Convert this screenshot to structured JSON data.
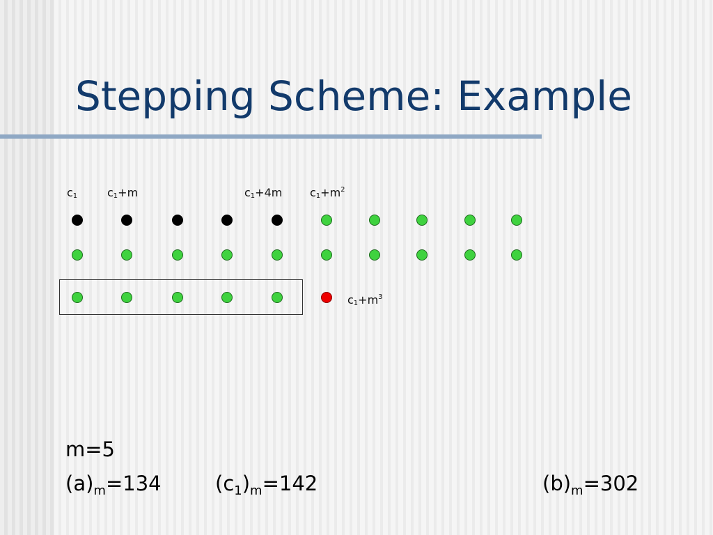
{
  "title": "Stepping Scheme: Example",
  "labels": {
    "c1": {
      "base": "c",
      "sub": "1"
    },
    "c1_plus_m": {
      "base": "c",
      "sub": "1",
      "rest": "+m"
    },
    "c1_plus_4m": {
      "base": "c",
      "sub": "1",
      "rest": "+4m"
    },
    "c1_plus_m2": {
      "base": "c",
      "sub": "1",
      "rest": "+m",
      "sup": "2"
    },
    "c1_plus_m3": {
      "base": "c",
      "sub": "1",
      "rest": "+m",
      "sup": "3"
    }
  },
  "grid": {
    "rows": [
      [
        "black",
        "black",
        "black",
        "black",
        "black",
        "green",
        "green",
        "green",
        "green",
        "green"
      ],
      [
        "green",
        "green",
        "green",
        "green",
        "green",
        "green",
        "green",
        "green",
        "green",
        "green"
      ],
      [
        "green",
        "green",
        "green",
        "green",
        "green",
        "red"
      ]
    ],
    "boxed_row": 3,
    "boxed_count": 5
  },
  "colors": {
    "black": "#000000",
    "green": "#3fd23f",
    "red": "#ee0000",
    "title": "#123a6b"
  },
  "formulas": {
    "m": "m=5",
    "a": {
      "open": "(a)",
      "sub": "m",
      "value": "=134"
    },
    "c1": {
      "open": "(c",
      "inner_sub": "1",
      "close": ")",
      "sub": "m",
      "value": "=142"
    },
    "b": {
      "open": "(b)",
      "sub": "m",
      "value": "=302"
    }
  }
}
